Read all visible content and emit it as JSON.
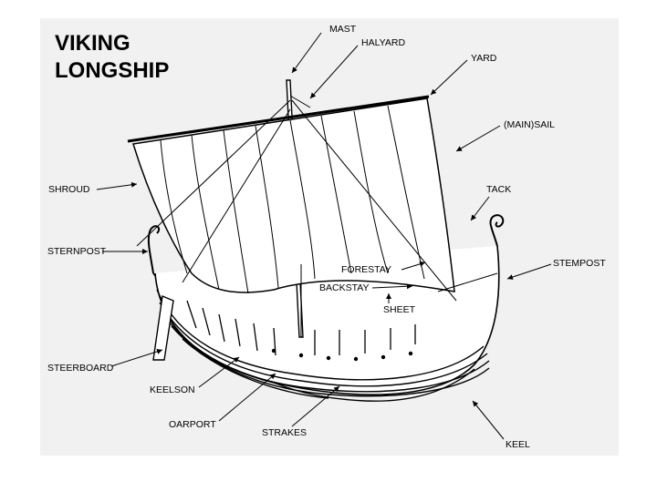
{
  "diagram": {
    "title_line1": "VIKING",
    "title_line2": "LONGSHIP",
    "labels": {
      "mast": "MAST",
      "halyard": "HALYARD",
      "yard": "YARD",
      "main_sail": "(MAIN)SAIL",
      "shroud": "SHROUD",
      "tack": "TACK",
      "sternpost": "STERNPOST",
      "stempost": "STEMPOST",
      "forestay": "FORESTAY",
      "backstay": "BACKSTAY",
      "sheet": "SHEET",
      "steerboard": "STEERBOARD",
      "keelson": "KEELSON",
      "oarport": "OARPORT",
      "strakes": "STRAKES",
      "keel": "KEEL"
    }
  }
}
